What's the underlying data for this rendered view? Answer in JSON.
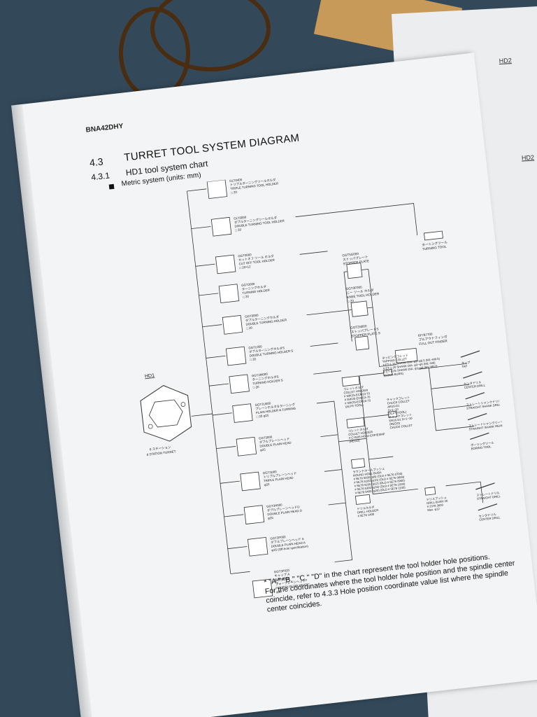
{
  "page": {
    "doc_id": "BNA42DHY",
    "section_number": "4.3",
    "section_title": "TURRET TOOL SYSTEM DIAGRAM",
    "subsection_number": "4.3.1",
    "subsection_title": "HD1 tool system chart",
    "system_label": "Metric system (units: mm)",
    "turret": {
      "name": "HD1",
      "jp": "8 ステーション",
      "en": "8 STATION TURRET"
    },
    "holders": [
      {
        "code": "GLT0400",
        "jp": "トリプルターニングツールホルダ",
        "en": "TRIPLE TURNING TOOL HOLDER",
        "size": "□ 20"
      },
      {
        "code": "GLT0000",
        "jp": "ダブルターニングツールホルダ",
        "en": "DOUBLE TURNING TOOL HOLDER",
        "size": "□ 20"
      },
      {
        "code": "GGT0000",
        "jp": "カットオフ ツール ホルダ",
        "en": "CUT OFF TOOL HOLDER",
        "size": "□ 20×12"
      },
      {
        "code": "GGT2000",
        "jp": "ターニングホルダ",
        "en": "TURNING HOLDER",
        "size": "□ 20"
      },
      {
        "code": "GGT0000",
        "jp": "ダブルターニングホルダ",
        "en": "DOUBLE TURNING HOLDER",
        "size": "□ 20"
      },
      {
        "code": "GGTL000",
        "jp": "ダブルターニングホルダS",
        "en": "DOUBLE TURNING HOLDER S",
        "size": "□ 20"
      },
      {
        "code": "GGT2M000",
        "jp": "ターニングホルダS",
        "en": "TURNING HOLDER S",
        "size": "□ 20"
      },
      {
        "code": "GGT2U000",
        "jp": "プレーンホルダ＆ターニング",
        "en": "PLAIN HOLDER & TURNING",
        "size": "□ 20  φ25"
      },
      {
        "code": "GGT3000",
        "jp": "ダブルプレーンヘッド",
        "en": "DOUBLE PLAIN HEAD",
        "size": "φ25"
      },
      {
        "code": "GGT3D00",
        "jp": "トリプルプレーンヘッド",
        "en": "TRIPLE PLAIN HEAD",
        "size": "φ25"
      },
      {
        "code": "GGT3H000",
        "jp": "ダブルプレーンヘッドD",
        "en": "DOUBLE PLAIN HEAD D",
        "size": "φ25"
      },
      {
        "code": "GGT3P000",
        "jp": "ダブルプレーンヘッド A",
        "en": "DOUBLE PLAIN HEAD A",
        "size": "φ25  (Off-hole specification)"
      },
      {
        "code": "GGT3P020",
        "jp": "キャップ A",
        "en": "CAP A",
        "size": ""
      },
      {
        "code": "GLT3B000",
        "jp": "フォープレーンヘッド",
        "en": "FOURTH PLAIN HEAD",
        "size": "φ25"
      }
    ],
    "tools": {
      "stopper_plate": {
        "code": "GGT5G000",
        "jp": "ストッパプレート",
        "en": "STOPPER PLATE"
      },
      "knee_holder": {
        "code": "GGT3F000",
        "jp": "ニー ツール ホルダ",
        "en": "KNEE TOOL HOLDER",
        "size": "□ 20"
      },
      "stopper_plate_s": {
        "code": "GGT2N000",
        "jp": "ストッパプレートS",
        "en": "STOPPER PLATE S"
      },
      "turning_tool": {
        "jp": "ターニングツール",
        "en": "TURNING TOOL"
      },
      "pull_out_finger": {
        "code": "6F787700",
        "jp": "プルアウトフィンガ",
        "en": "FULL OUT FINGER"
      },
      "collet_holder_1": {
        "jp": "コレットホルダ",
        "en": "COLLET HOLDER",
        "lines": [
          "# 59K25-ECM10-70",
          "# 59K25-ECM13-70",
          "# 59K25-ECM16-70",
          "(ALPS TOOL)"
        ]
      },
      "collet_holder_2": {
        "jp": "コレットホルダ",
        "en": "COLLET HOLDER",
        "lines": [
          "# CYE05-HG62-ESP/ESMP",
          "(REGO)"
        ]
      },
      "tapping_collet": {
        "jp": "タッピングコレット",
        "en": "TAPPING COLLET",
        "lines": [
          "# ET-1-16   SHANK DIA. φ3~φ6.5 (M1~M6.5)",
          "# ET-1-20   SHANK DIA. φ3~φ6 (M1~M6)",
          "# ET-1-25   SHANK DIA. φ3~φ8 (M1~M12)",
          "(SOMA BURN)"
        ]
      },
      "chuck_collet": {
        "jp": "チャックコレット",
        "en": "CHUCK COLLET",
        "lines": [
          "AR16-D1",
          "D=1~10",
          "(ALPS TOOL)",
          "チャックコレット",
          "ER16-D1 D=1~10",
          "(REGO)",
          "CHUCK COLLET"
        ]
      },
      "round_hole_bush": {
        "jp": "ラウンドホールブッシュ",
        "en": "ROUND HOLE BUSH",
        "lines": [
          "# 5E78 5000  (φ8)   (OLD # 5E76 0700)",
          "# 5E78 5100  (φ10)  (OLD # 5E76 0800)",
          "# 5E78 5200  (φ12)  (OLD # 5E76 0900)",
          "# 5E78 5300  (φ16)  (OLD # 5E78 1000)",
          "# 5E78 5400  (φ20)  (OLD # 5E78 1100)"
        ]
      },
      "drill_holder": {
        "jp": "ドリルホルダ",
        "en": "DRILL HOLDER",
        "lines": [
          "# 5E78 1400"
        ]
      },
      "drill_bush": {
        "jp": "ドリルブッシュ",
        "en": "DRILL BUSH 20",
        "size": "20",
        "lines": [
          "# 2378 3600",
          "Max. φ12"
        ]
      },
      "cutting": [
        {
          "jp": "タップ",
          "en": "TAP"
        },
        {
          "jp": "センタドリル",
          "en": "CENTER DRILL"
        },
        {
          "jp": "ストレートシャンクドリル",
          "en": "STRAIGHT SHANK DRILL"
        },
        {
          "jp": "ストレートシャンクリーマ",
          "en": "STRAIGHT SHANK REAMER"
        },
        {
          "jp": "ボーリングツール",
          "en": "BORING TOOL"
        },
        {
          "jp": "ストレートドリル",
          "en": "STRAIGHT DRILL"
        },
        {
          "jp": "センタドリル",
          "en": "CENTER DRILL"
        }
      ]
    },
    "note": {
      "marker": "*",
      "line1": "\"A,\" \"B,\" \"C,\" \"D\" in the chart represent the tool holder hole positions.",
      "line2": "For the coordinates where the tool holder hole position and the spindle center coincide, refer to 4.3.3 Hole position coordinate value list where the spindle center coincides."
    }
  },
  "right_page": {
    "labels": [
      "HD2",
      "HD2"
    ]
  }
}
